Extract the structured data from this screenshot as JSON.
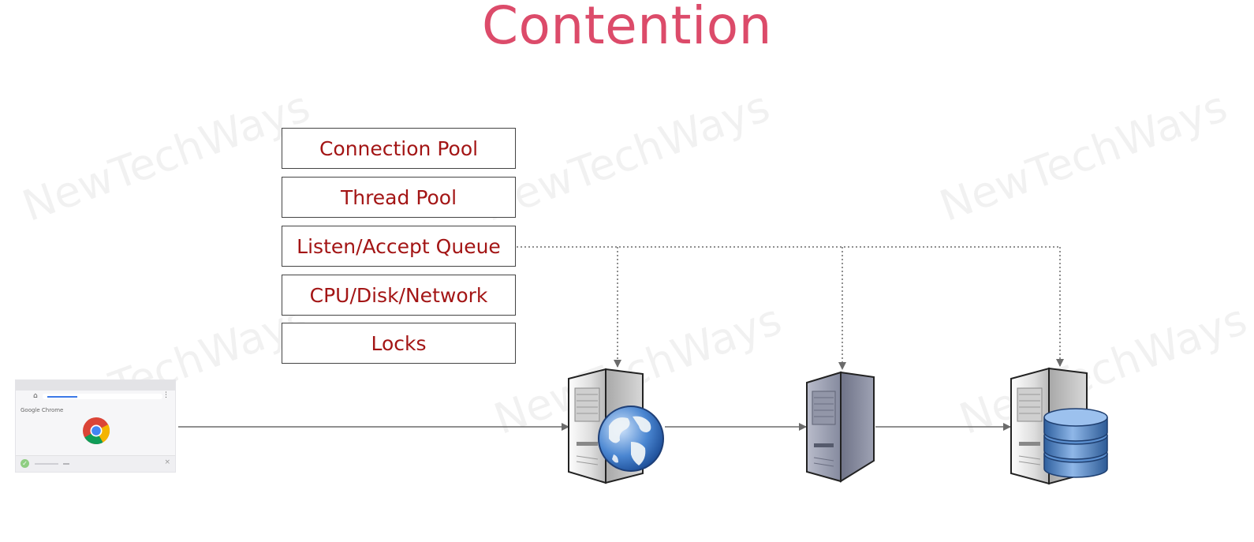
{
  "title": "Contention",
  "watermark": "NewTechWays",
  "contention_factors": [
    {
      "label": "Connection Pool"
    },
    {
      "label": "Thread Pool"
    },
    {
      "label": "Listen/Accept Queue"
    },
    {
      "label": "CPU/Disk/Network"
    },
    {
      "label": "Locks"
    }
  ],
  "browser": {
    "brand_text": "Google Chrome",
    "home_glyph": "⌂",
    "menu_glyph": "⋮",
    "close_glyph": "×",
    "check_glyph": "✓"
  },
  "nodes": [
    {
      "name": "browser-client",
      "icon": "chrome-browser-icon"
    },
    {
      "name": "web-server",
      "icon": "web-server-globe-icon"
    },
    {
      "name": "application-server",
      "icon": "server-icon"
    },
    {
      "name": "database-server",
      "icon": "database-server-icon"
    }
  ],
  "colors": {
    "title": "#dc4b6a",
    "factor_text": "#a31515",
    "arrow": "#6b6b6b"
  }
}
